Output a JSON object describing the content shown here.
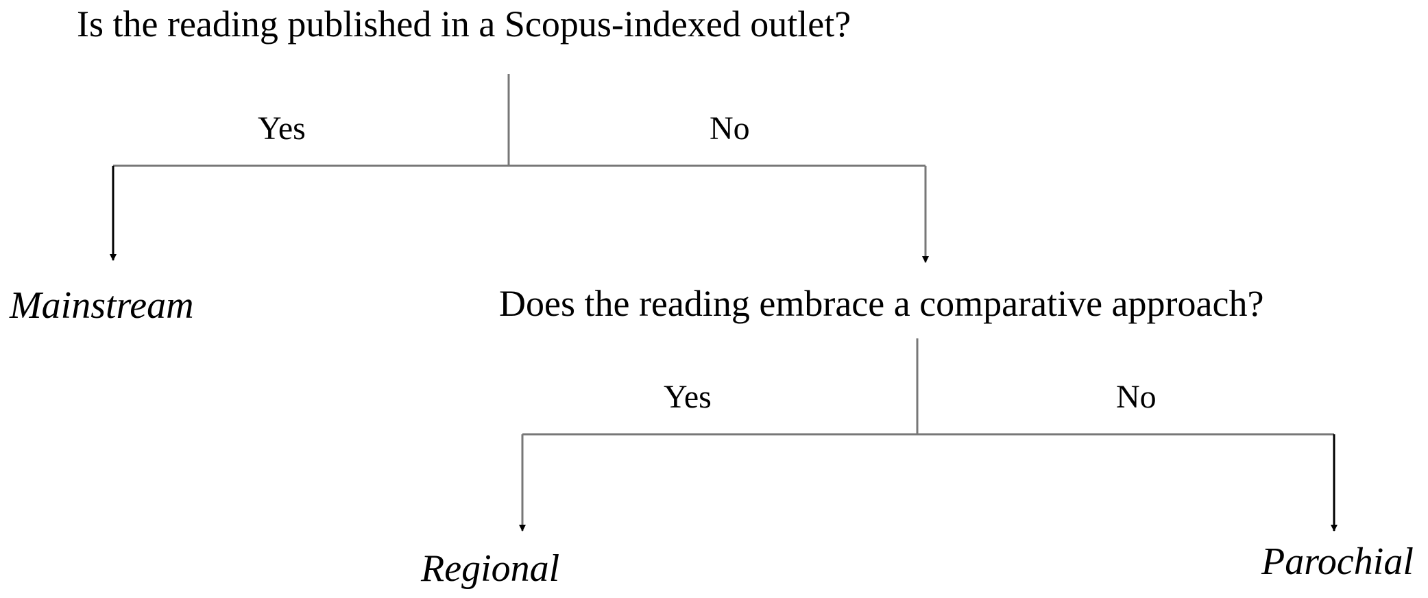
{
  "diagram": {
    "question1": "Is the reading published in a Scopus-indexed outlet?",
    "question2": "Does the reading embrace a comparative approach?",
    "q1_yes": "Yes",
    "q1_no": "No",
    "q2_yes": "Yes",
    "q2_no": "No",
    "leaf_mainstream": "Mainstream",
    "leaf_regional": "Regional",
    "leaf_parochial": "Parochial"
  }
}
